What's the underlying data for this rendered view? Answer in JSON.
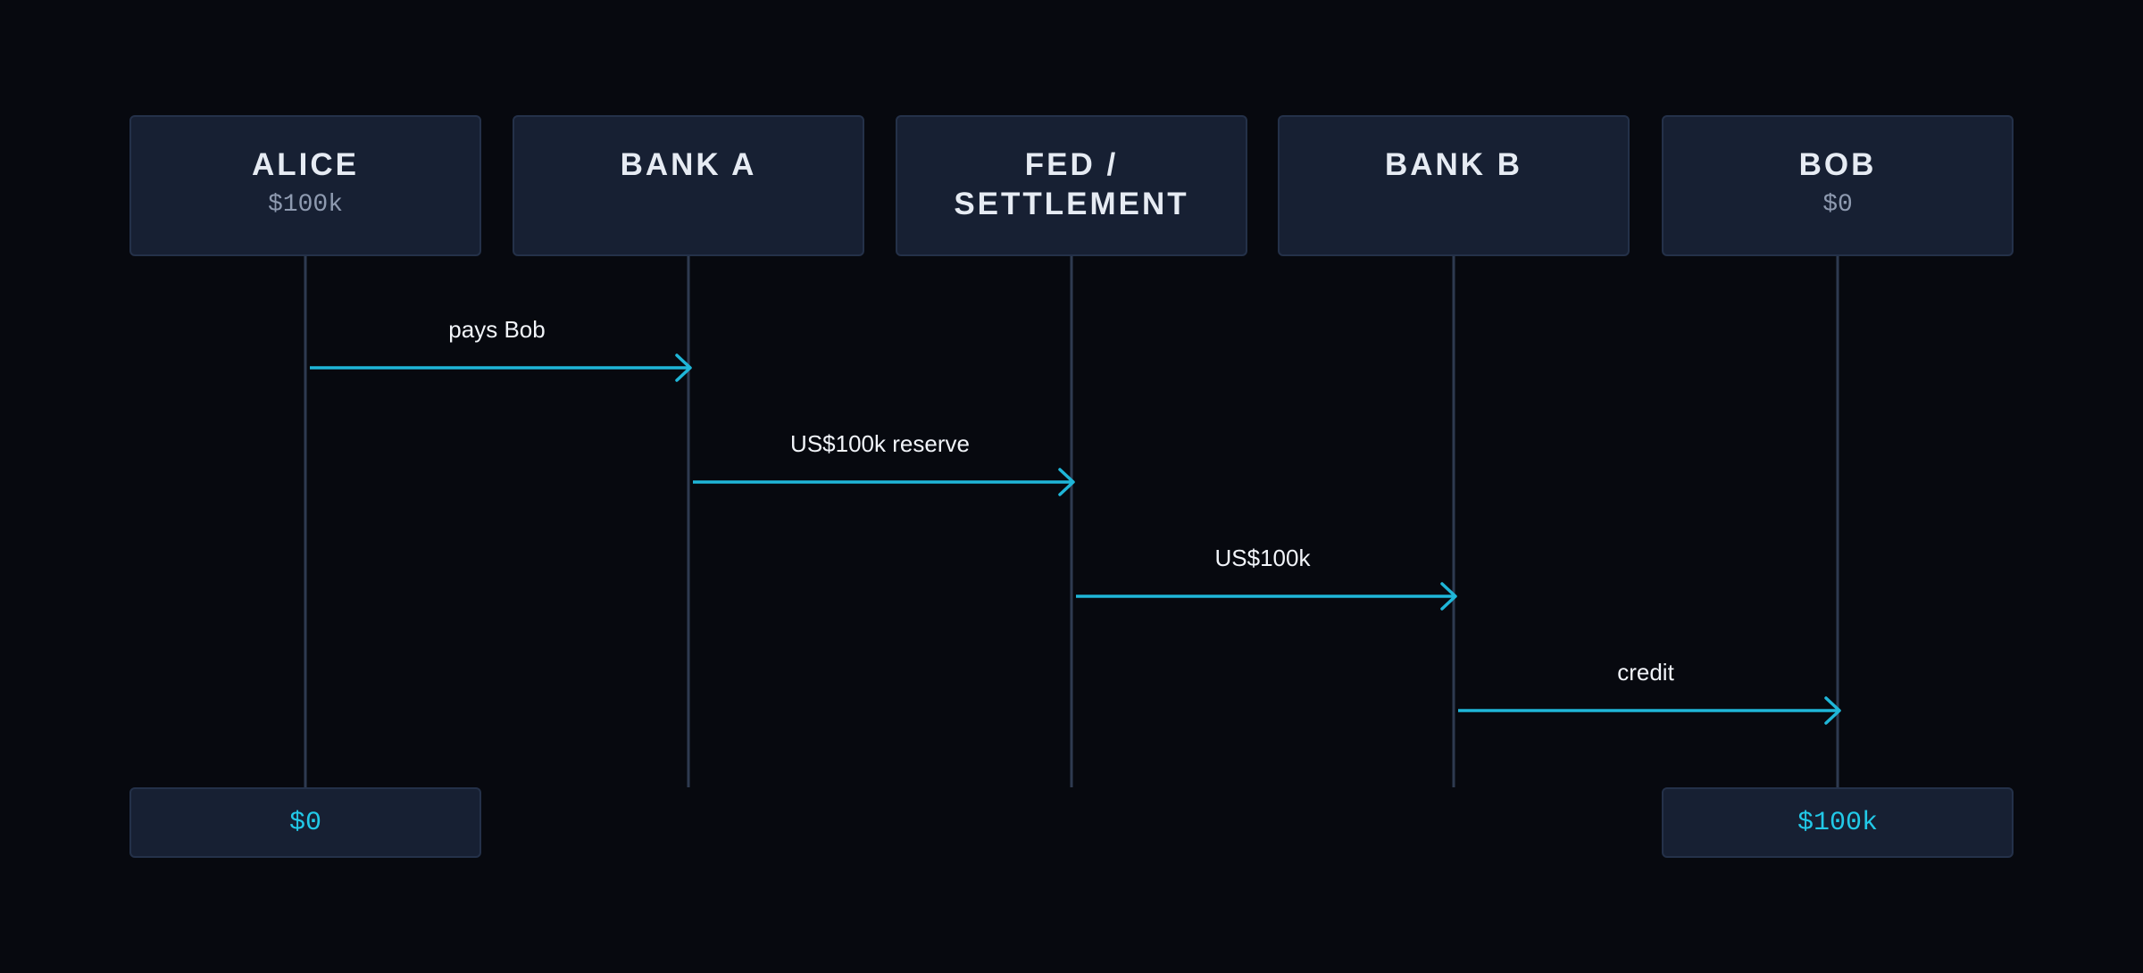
{
  "colors": {
    "background": "#07090f",
    "box_fill": "#172033",
    "box_border": "#243149",
    "lifeline": "#2e3a50",
    "arrow": "#1fb6d8",
    "accent_value": "#22c9e8"
  },
  "actors": [
    {
      "name": "ALICE",
      "balance": "$100k"
    },
    {
      "name": "BANK A",
      "balance": ""
    },
    {
      "name": "FED /\nSETTLEMENT",
      "balance": ""
    },
    {
      "name": "BANK B",
      "balance": ""
    },
    {
      "name": "BOB",
      "balance": "$0"
    }
  ],
  "messages": [
    {
      "from": 0,
      "to": 1,
      "label": "pays Bob"
    },
    {
      "from": 1,
      "to": 2,
      "label": "US$100k reserve"
    },
    {
      "from": 2,
      "to": 3,
      "label": "US$100k"
    },
    {
      "from": 3,
      "to": 4,
      "label": "credit"
    }
  ],
  "final_balances": [
    {
      "actor": 0,
      "value": "$0"
    },
    {
      "actor": 4,
      "value": "$100k"
    }
  ]
}
